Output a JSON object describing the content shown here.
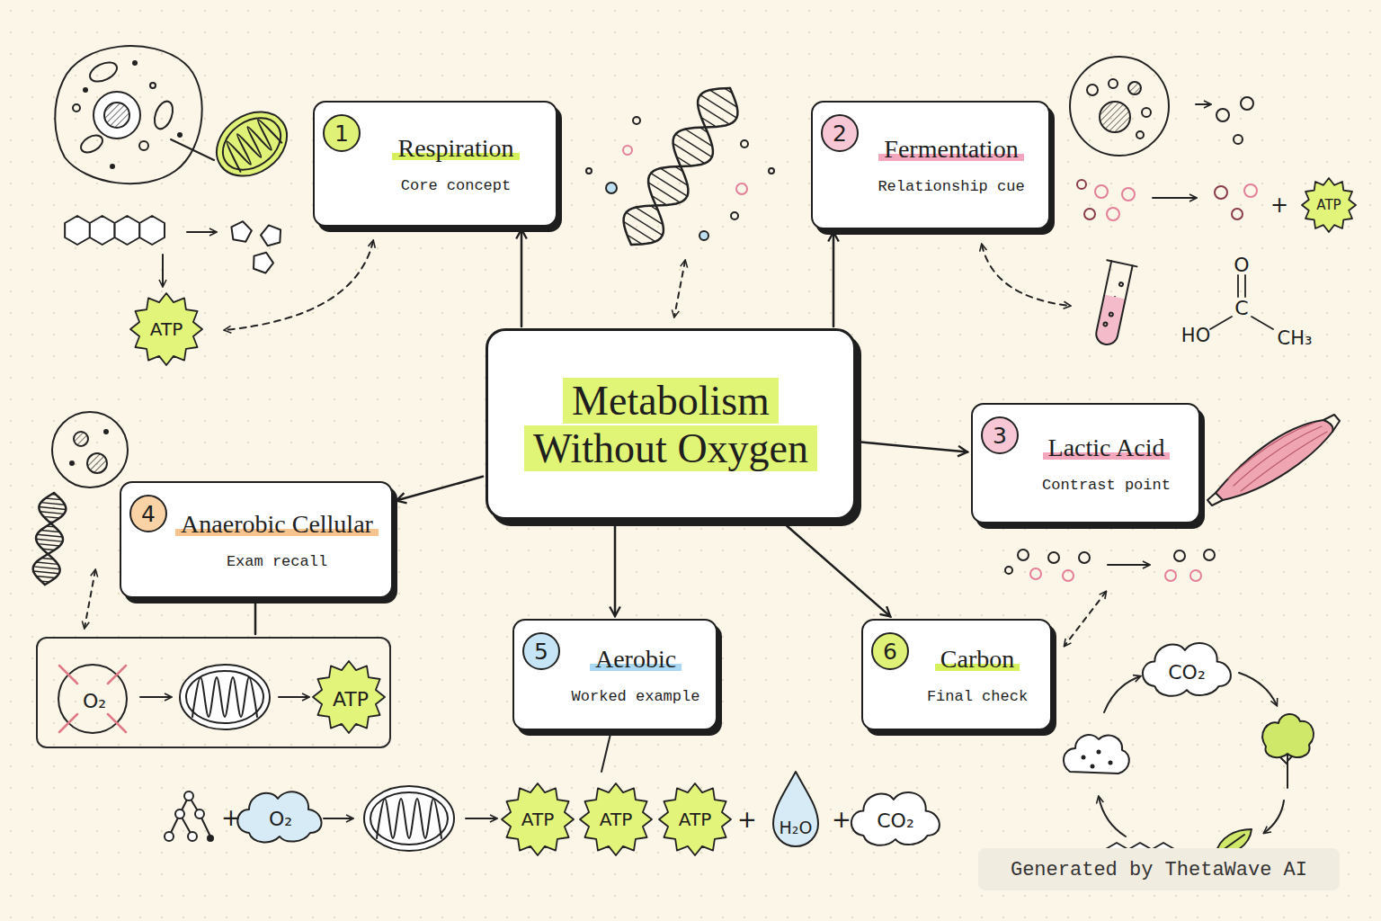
{
  "diagram": {
    "nodes": [
      {
        "text": [
          "Metabolism Without Oxygen"
        ]
      },
      {
        "text": [
          "1",
          "Respiration",
          "Core concept"
        ]
      },
      {
        "text": [
          "2",
          "Fermentation",
          "Relationship cue"
        ]
      },
      {
        "text": [
          "3",
          "Lactic Acid",
          "Contrast point"
        ]
      },
      {
        "text": [
          "4",
          "Anaerobic Cellular",
          "Exam recall"
        ]
      },
      {
        "text": [
          "5",
          "Aerobic",
          "Worked example"
        ]
      },
      {
        "text": [
          "6",
          "Carbon",
          "Final check"
        ]
      },
      {
        "text": [
          "O₂",
          "ATP"
        ]
      }
    ],
    "edges": [
      {
        "from": 0,
        "to": 1,
        "arrow": "to"
      },
      {
        "from": 0,
        "to": 2,
        "arrow": "to"
      },
      {
        "from": 0,
        "to": 3,
        "arrow": "to"
      },
      {
        "from": 0,
        "to": 4,
        "arrow": "to"
      },
      {
        "from": 0,
        "to": 5,
        "arrow": "to"
      },
      {
        "from": 0,
        "to": 6,
        "arrow": "to"
      },
      {
        "from": 4,
        "to": 7,
        "arrow": "none"
      }
    ],
    "labels": [
      "ATP",
      "+",
      "ATP",
      "O",
      "C",
      "HO",
      "CH₃",
      "CO₂",
      "+",
      "O₂",
      "ATP",
      "ATP",
      "ATP",
      "+",
      "H₂O",
      "+",
      "CO₂",
      "Generated by ThetaWave AI"
    ]
  }
}
